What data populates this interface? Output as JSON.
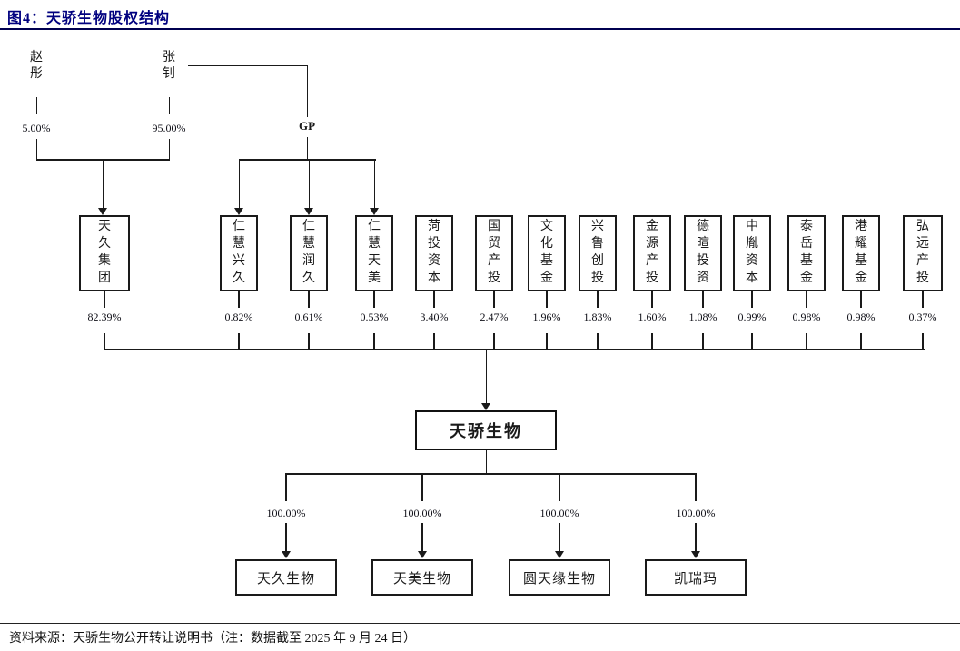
{
  "title": "图4：天骄生物股权结构",
  "persons": [
    {
      "name": "赵彤",
      "pct": "5.00%"
    },
    {
      "name": "张钊",
      "pct": "95.00%"
    }
  ],
  "gp_label": "GP",
  "shareholders": [
    {
      "name": "天久集团",
      "pct": "82.39%"
    },
    {
      "name": "仁慧兴久",
      "pct": "0.82%"
    },
    {
      "name": "仁慧润久",
      "pct": "0.61%"
    },
    {
      "name": "仁慧天美",
      "pct": "0.53%"
    },
    {
      "name": "菏投资本",
      "pct": "3.40%"
    },
    {
      "name": "国贸产投",
      "pct": "2.47%"
    },
    {
      "name": "文化基金",
      "pct": "1.96%"
    },
    {
      "name": "兴鲁创投",
      "pct": "1.83%"
    },
    {
      "name": "金源产投",
      "pct": "1.60%"
    },
    {
      "name": "德暄投资",
      "pct": "1.08%"
    },
    {
      "name": "中胤资本",
      "pct": "0.99%"
    },
    {
      "name": "泰岳基金",
      "pct": "0.98%"
    },
    {
      "name": "港耀基金",
      "pct": "0.98%"
    },
    {
      "name": "弘远产投",
      "pct": "0.37%"
    }
  ],
  "company": "天骄生物",
  "subsidiaries": [
    {
      "name": "天久生物",
      "pct": "100.00%"
    },
    {
      "name": "天美生物",
      "pct": "100.00%"
    },
    {
      "name": "圆天缘生物",
      "pct": "100.00%"
    },
    {
      "name": "凯瑞玛",
      "pct": "100.00%"
    }
  ],
  "source_note": "资料来源：天骄生物公开转让说明书（注：数据截至 2025 年 9 月 24 日）",
  "colors": {
    "title": "#00007f",
    "line": "#1a1a1a"
  }
}
